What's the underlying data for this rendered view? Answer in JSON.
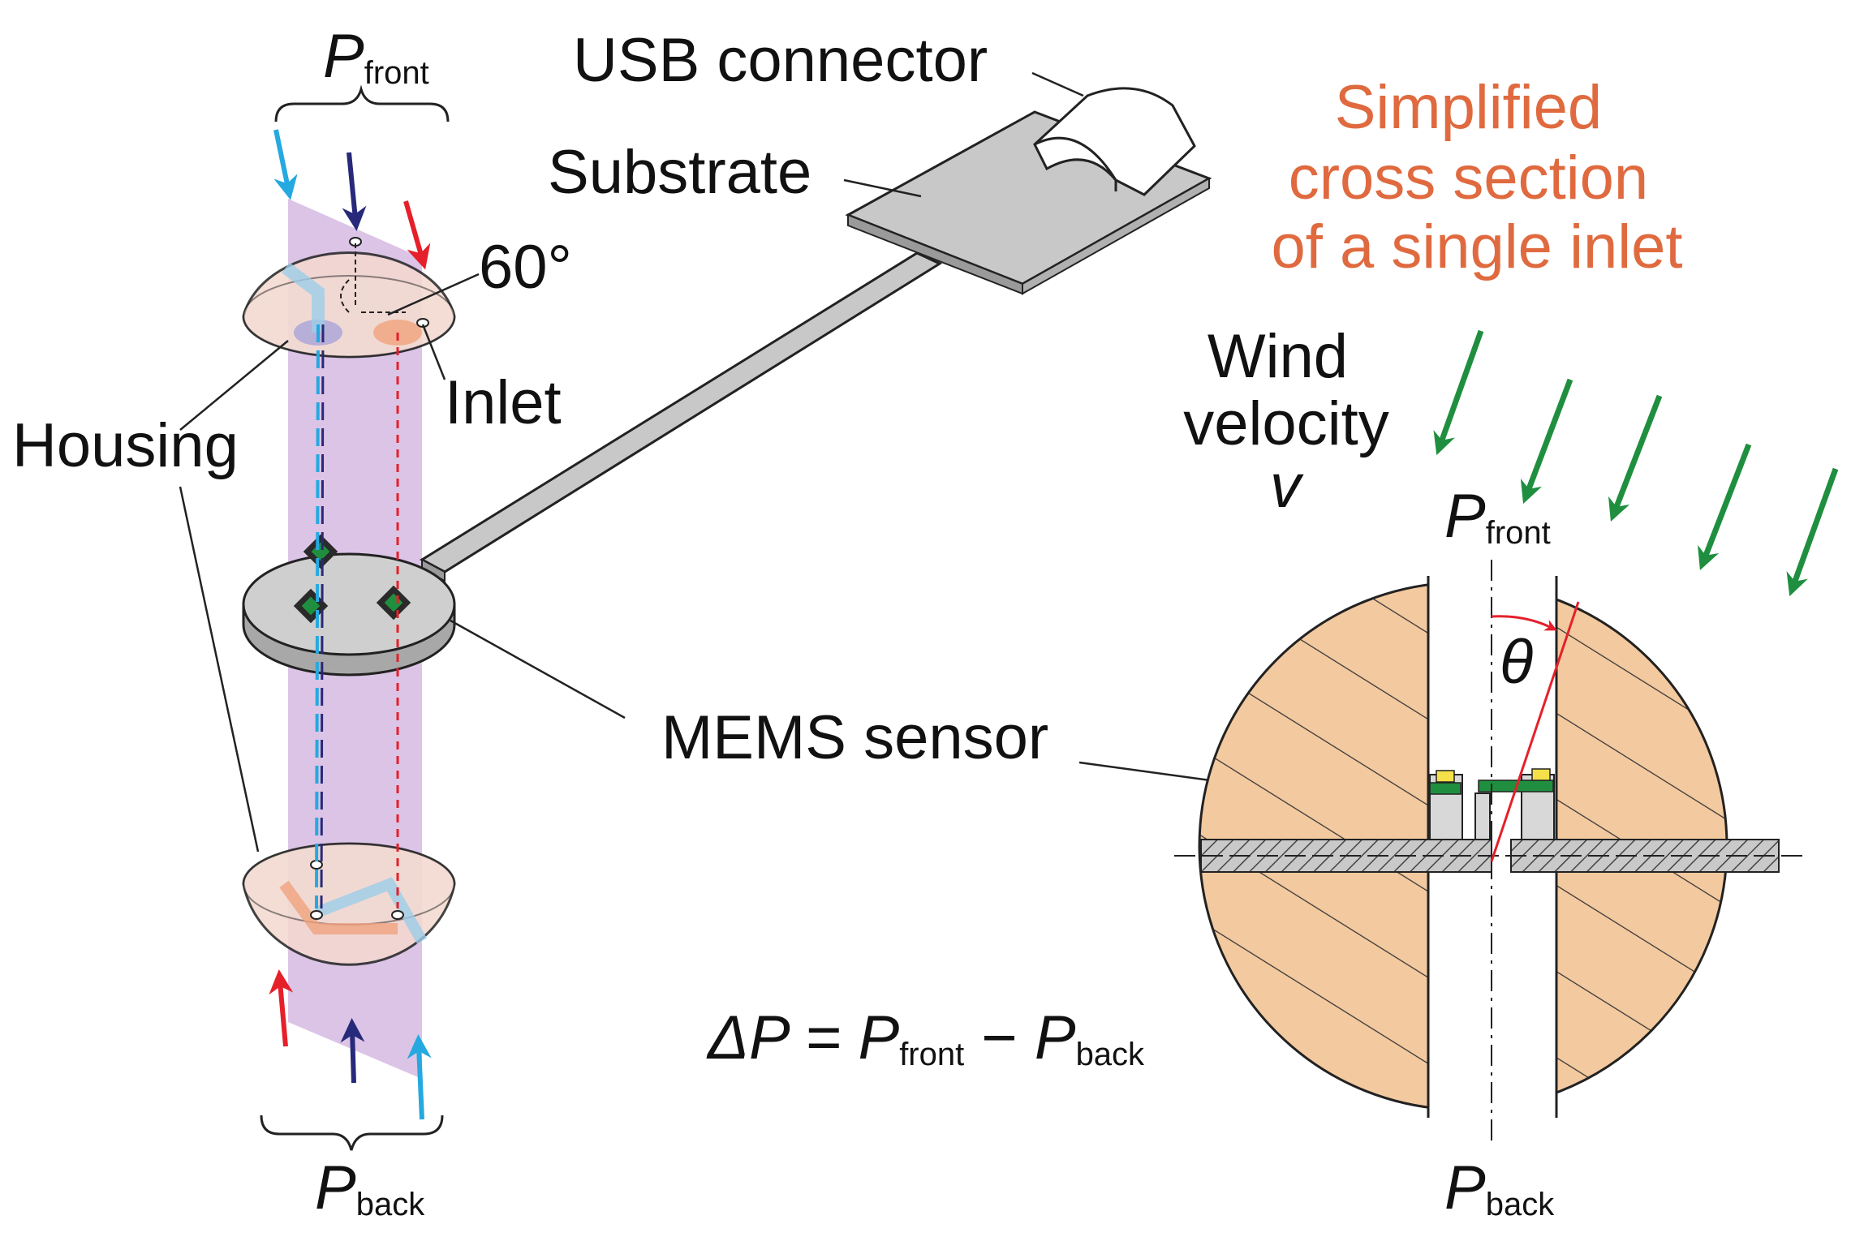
{
  "labels": {
    "p_front_top": {
      "main": "P",
      "sub": "front"
    },
    "p_back_bottom": {
      "main": "P",
      "sub": "back"
    },
    "usb_connector": "USB connector",
    "substrate": "Substrate",
    "angle": "60°",
    "inlet": "Inlet",
    "housing": "Housing",
    "mems_sensor": "MEMS sensor",
    "cross_section_title": [
      "Simplified",
      "cross section",
      "of a single inlet"
    ],
    "wind_velocity": [
      "Wind",
      "velocity"
    ],
    "wind_symbol": "v",
    "p_front_cross": {
      "main": "P",
      "sub": "front"
    },
    "p_back_cross": {
      "main": "P",
      "sub": "back"
    },
    "theta": "θ",
    "equation": {
      "lhs": "ΔP = ",
      "p1": "P",
      "sub1": "front",
      "minus": " − ",
      "p2": "P",
      "sub2": "back"
    }
  },
  "colors": {
    "arrow_cyan": "#25a9e0",
    "arrow_navy": "#27297a",
    "arrow_red": "#e5202a",
    "arrow_green": "#1f8f3f",
    "wood": "#f3c99f",
    "purple_plane": "#b27cc7",
    "title_orange": "#e06a3f"
  }
}
